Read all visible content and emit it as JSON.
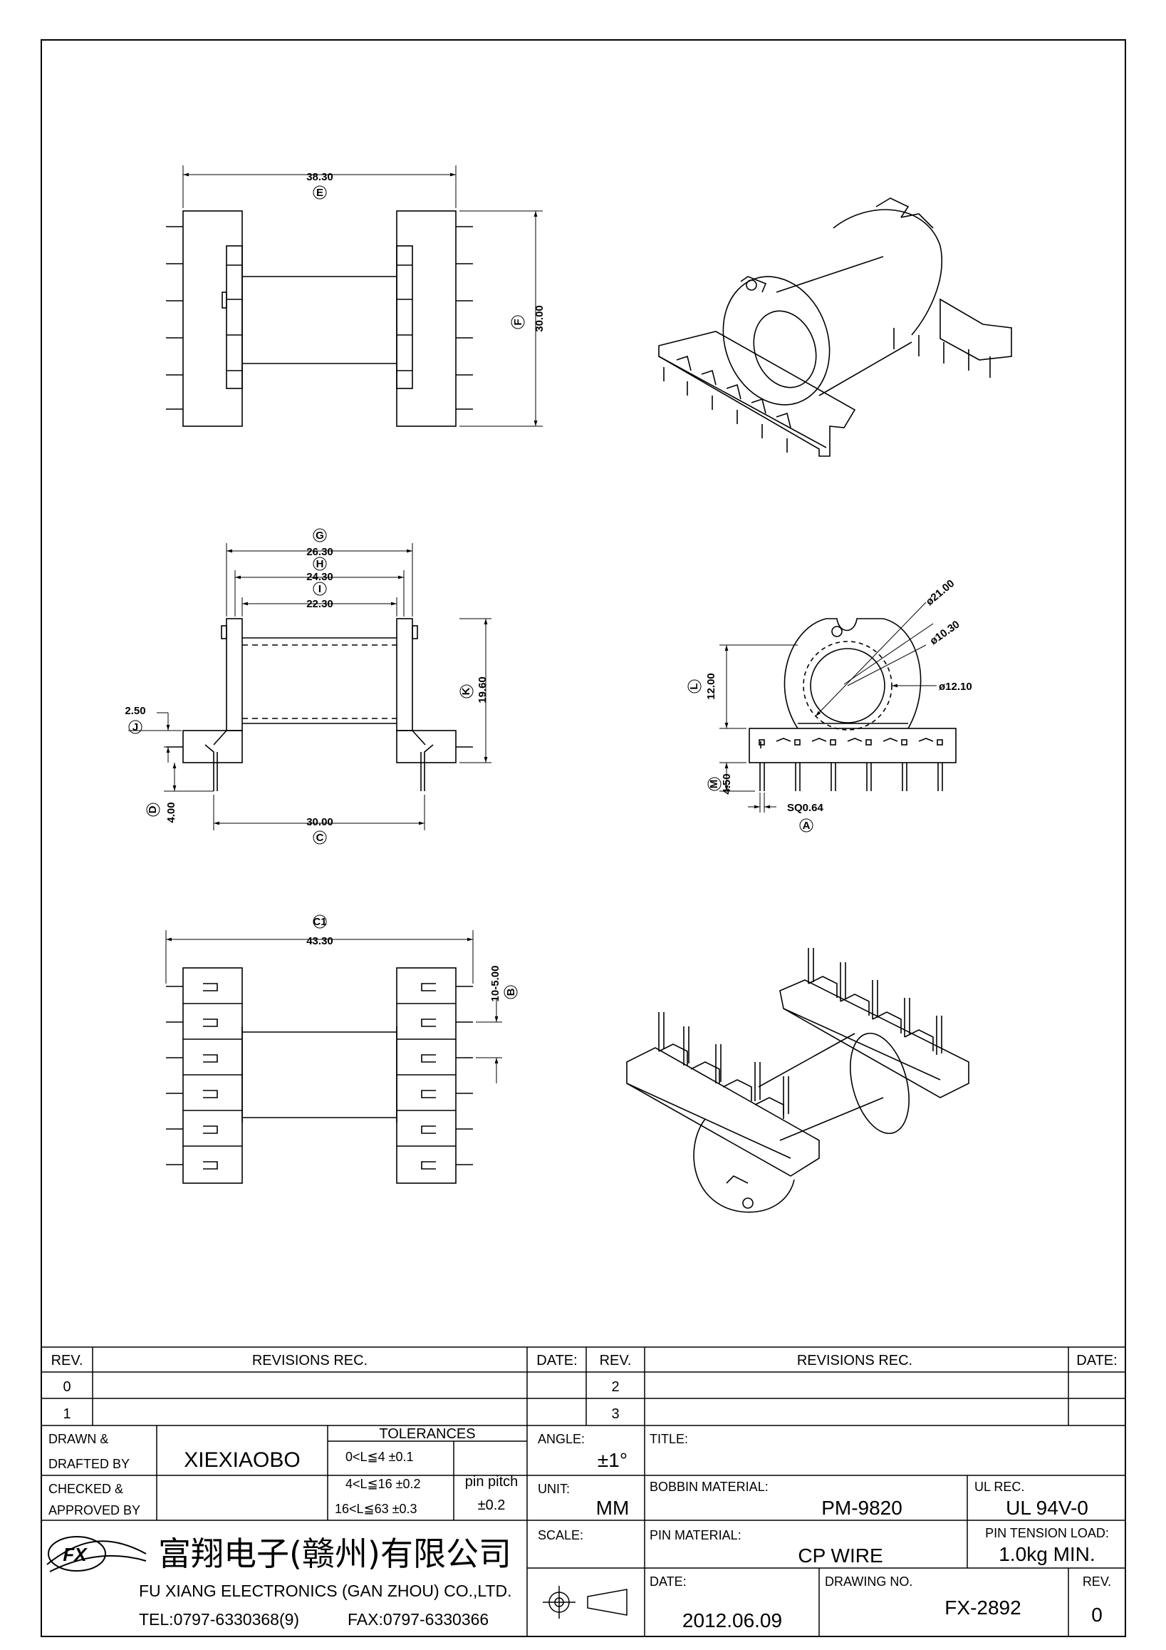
{
  "dims": {
    "top_width": "38.30",
    "top_width_tag": "E",
    "top_height": "30.00",
    "top_height_tag": "F",
    "front_g": "26.30",
    "front_g_tag": "G",
    "front_h": "24.30",
    "front_h_tag": "H",
    "front_i": "22.30",
    "front_i_tag": "I",
    "front_k": "19.60",
    "front_k_tag": "K",
    "front_j": "2.50",
    "front_j_tag": "J",
    "front_d": "4.00",
    "front_d_tag": "D",
    "front_c": "30.00",
    "front_c_tag": "C",
    "side_l": "12.00",
    "side_l_tag": "L",
    "side_m": "4.50",
    "side_m_tag": "M",
    "side_sq": "SQ0.64",
    "side_sq_tag": "A",
    "side_d21": "ø21.00",
    "side_d10": "ø10.30",
    "side_d12": "ø12.10",
    "bottom_width": "43.30",
    "bottom_width_tag": "C1",
    "bottom_pitch": "10-5.00",
    "bottom_pitch_tag": "B"
  },
  "title_block": {
    "rev_header": "REV.",
    "revisions_header": "REVISIONS    REC.",
    "date_header": "DATE:",
    "rev_header2": "REV.",
    "revisions_header2": "REVISIONS    REC.",
    "date_header2": "DATE:",
    "rev_0": "0",
    "rev_1": "1",
    "rev_2": "2",
    "rev_3": "3",
    "drawn_label_1": "DRAWN  &",
    "drawn_label_2": "DRAFTED BY",
    "drawn_by": "XIEXIAOBO",
    "checked_label_1": "CHECKED  &",
    "checked_label_2": "APPROVED BY",
    "tolerances_label": "TOLERANCES",
    "tol_1": "0<L≦4    ±0.1",
    "tol_2": "4<L≦16  ±0.2",
    "tol_3": "16<L≦63  ±0.3",
    "pin_pitch_label": "pin pitch",
    "pin_pitch_tol": "±0.2",
    "angle_label": "ANGLE:",
    "angle_value": "±1°",
    "unit_label": "UNIT:",
    "unit_value": "MM",
    "scale_label": "SCALE:",
    "title_label": "TITLE:",
    "bobbin_label": "BOBBIN  MATERIAL:",
    "bobbin_value": "PM-9820",
    "ul_label": "UL  REC.",
    "ul_value": "UL  94V-0",
    "pin_material_label": "PIN  MATERIAL:",
    "pin_material_value": "CP  WIRE",
    "tension_label": "PIN  TENSION  LOAD:",
    "tension_value": "1.0kg  MIN.",
    "date_label": "DATE:",
    "date_value": "2012.06.09",
    "drawing_no_label": "DRAWING  NO.",
    "drawing_no_value": "FX-2892",
    "rev_label": "REV.",
    "rev_value": "0",
    "company_cn": "富翔电子(赣州)有限公司",
    "company_en": "FU  XIANG  ELECTRONICS  (GAN  ZHOU)  CO.,LTD.",
    "tel": "TEL:0797-6330368(9)",
    "fax": "FAX:0797-6330366",
    "logo_text": "FX"
  }
}
